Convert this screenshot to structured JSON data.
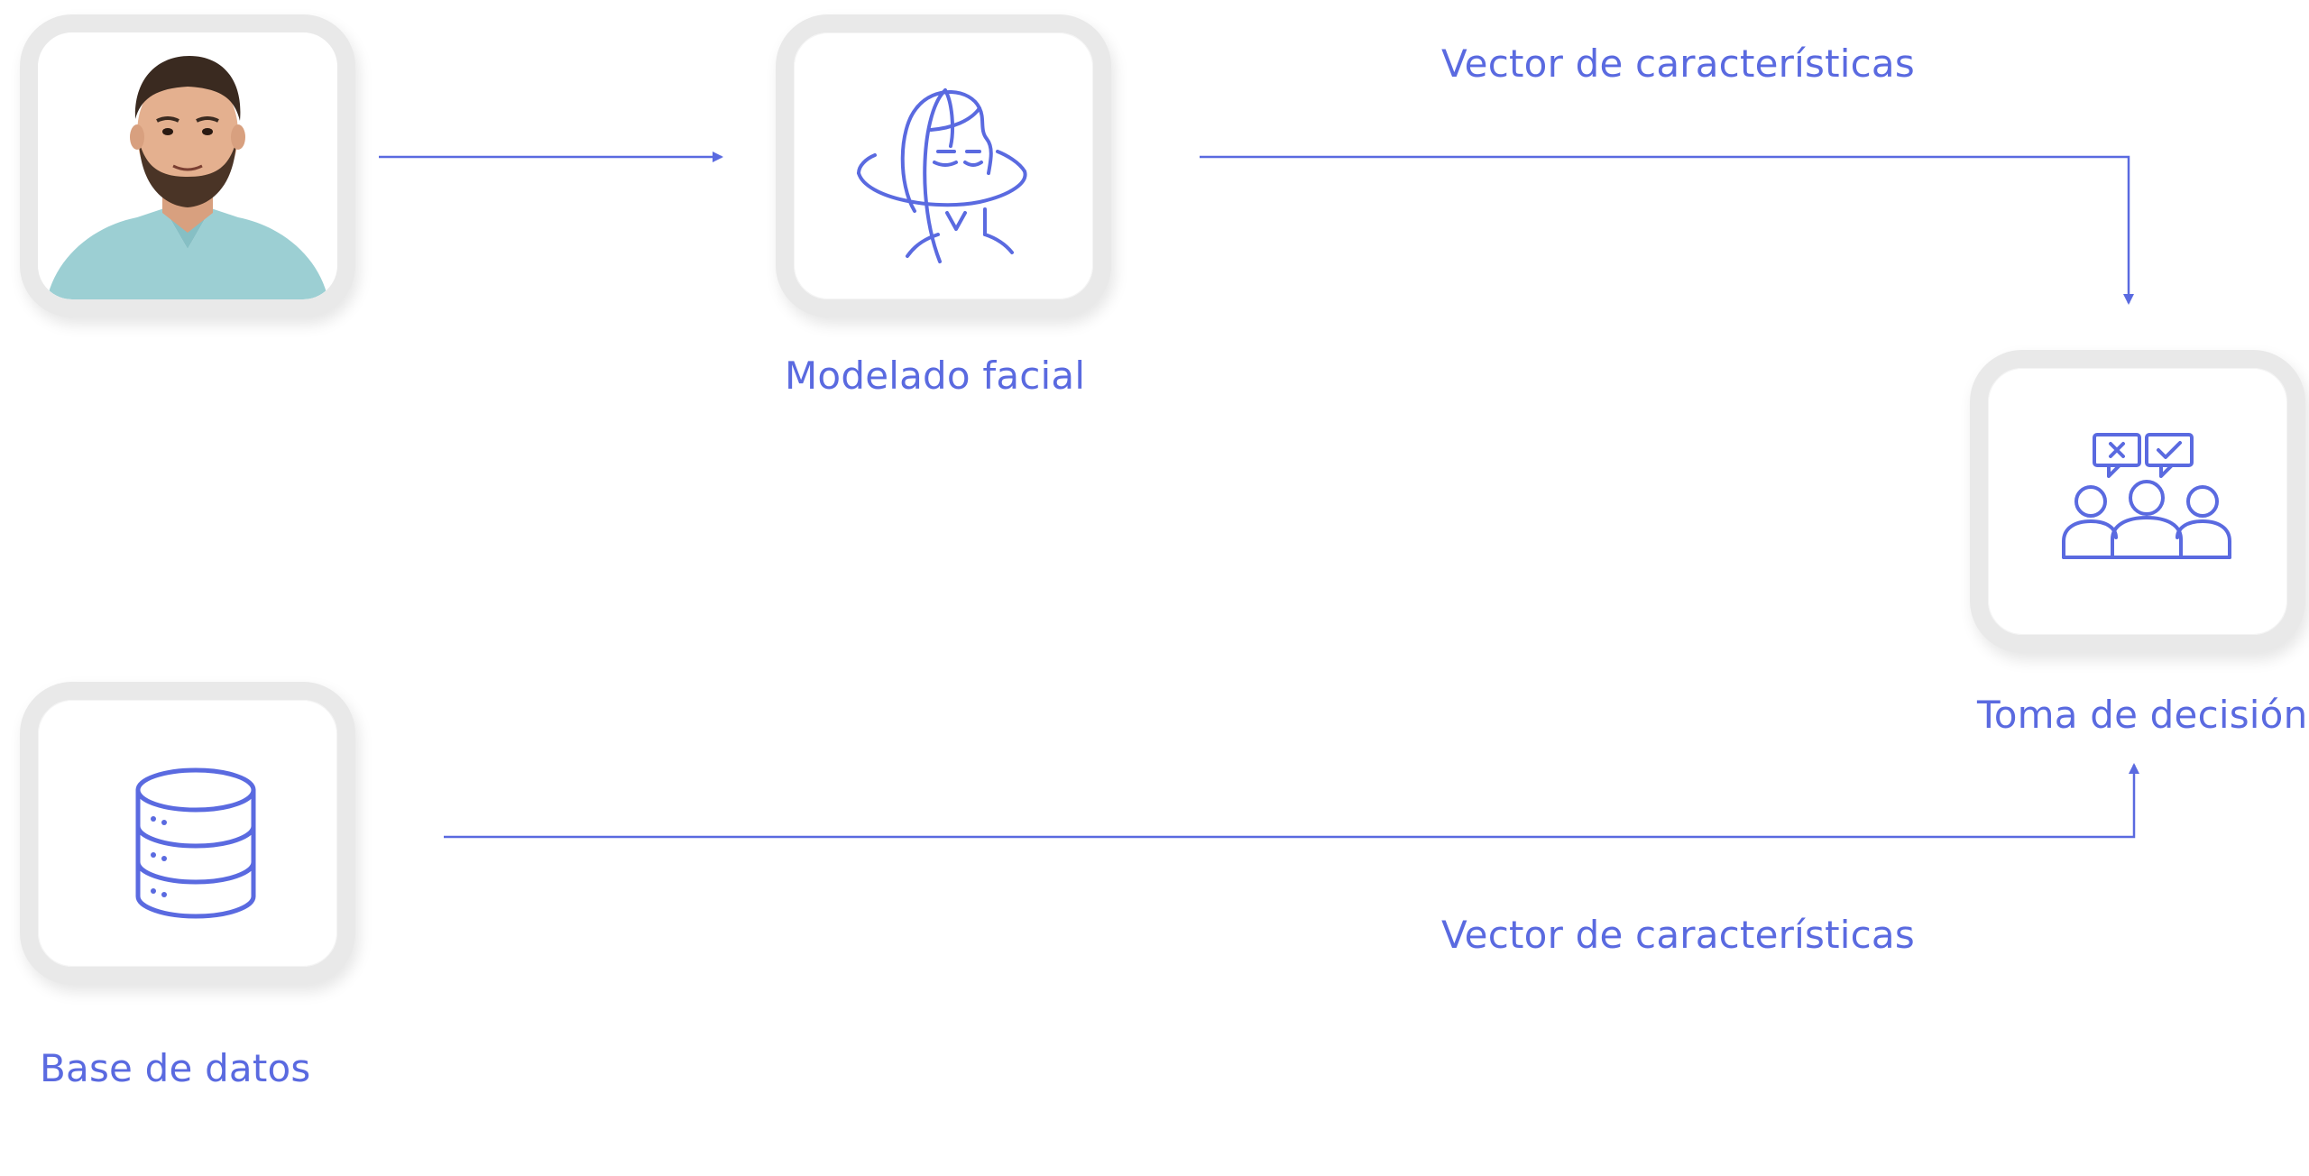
{
  "colors": {
    "accent": "#5a6ae0",
    "card_border": "#e9e9e9"
  },
  "nodes": {
    "person": {
      "icon": "person-photo-icon"
    },
    "face_model": {
      "icon": "face-modeling-icon",
      "label": "Modelado facial"
    },
    "decision": {
      "icon": "group-vote-icon",
      "label": "Toma de decisión"
    },
    "database": {
      "icon": "database-icon",
      "label": "Base de datos"
    }
  },
  "edges": {
    "top_label": "Vector de características",
    "bottom_label": "Vector de características"
  }
}
